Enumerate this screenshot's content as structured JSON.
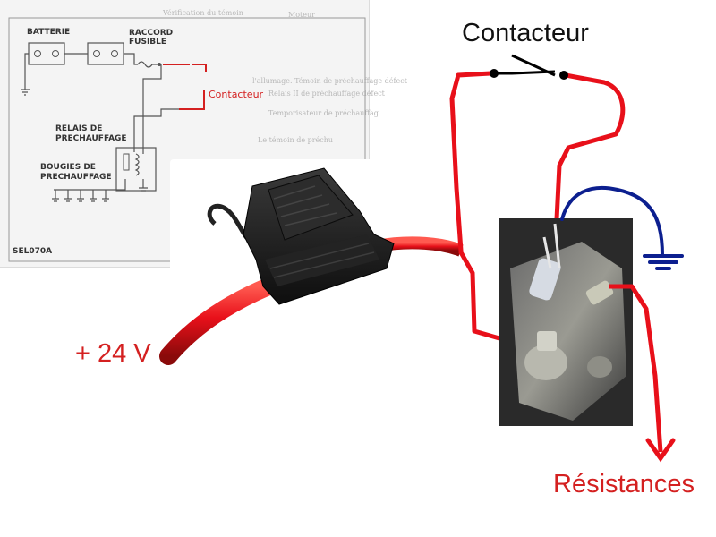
{
  "schematic": {
    "battery_label": "BATTERIE",
    "fuse_label_line1": "RACCORD",
    "fuse_label_line2": "FUSIBLE",
    "relay_label_line1": "RELAIS DE",
    "relay_label_line2": "PRECHAUFFAGE",
    "plugs_label_line1": "BOUGIES DE",
    "plugs_label_line2": "PRECHAUFFAGE",
    "switch_label": "Contacteur",
    "ref_code": "SEL070A",
    "background_text": [
      "l'allumage. Témoin de préchauffage défect",
      "Relais II de préchauffage défect",
      "Temporisateur de préchauffag",
      "Le témoin de préchu",
      "Moteur",
      "Vérification du témoin"
    ]
  },
  "photo": {
    "switch_label": "Contacteur",
    "supply_label": "+ 24 V",
    "output_label": "Résistances"
  },
  "colors": {
    "wire_red": "#e8101a",
    "ground_blue": "#0c1f8f",
    "label_red": "#d42020",
    "schematic_line": "#555555",
    "fuse_body": "#1e1e1e"
  }
}
